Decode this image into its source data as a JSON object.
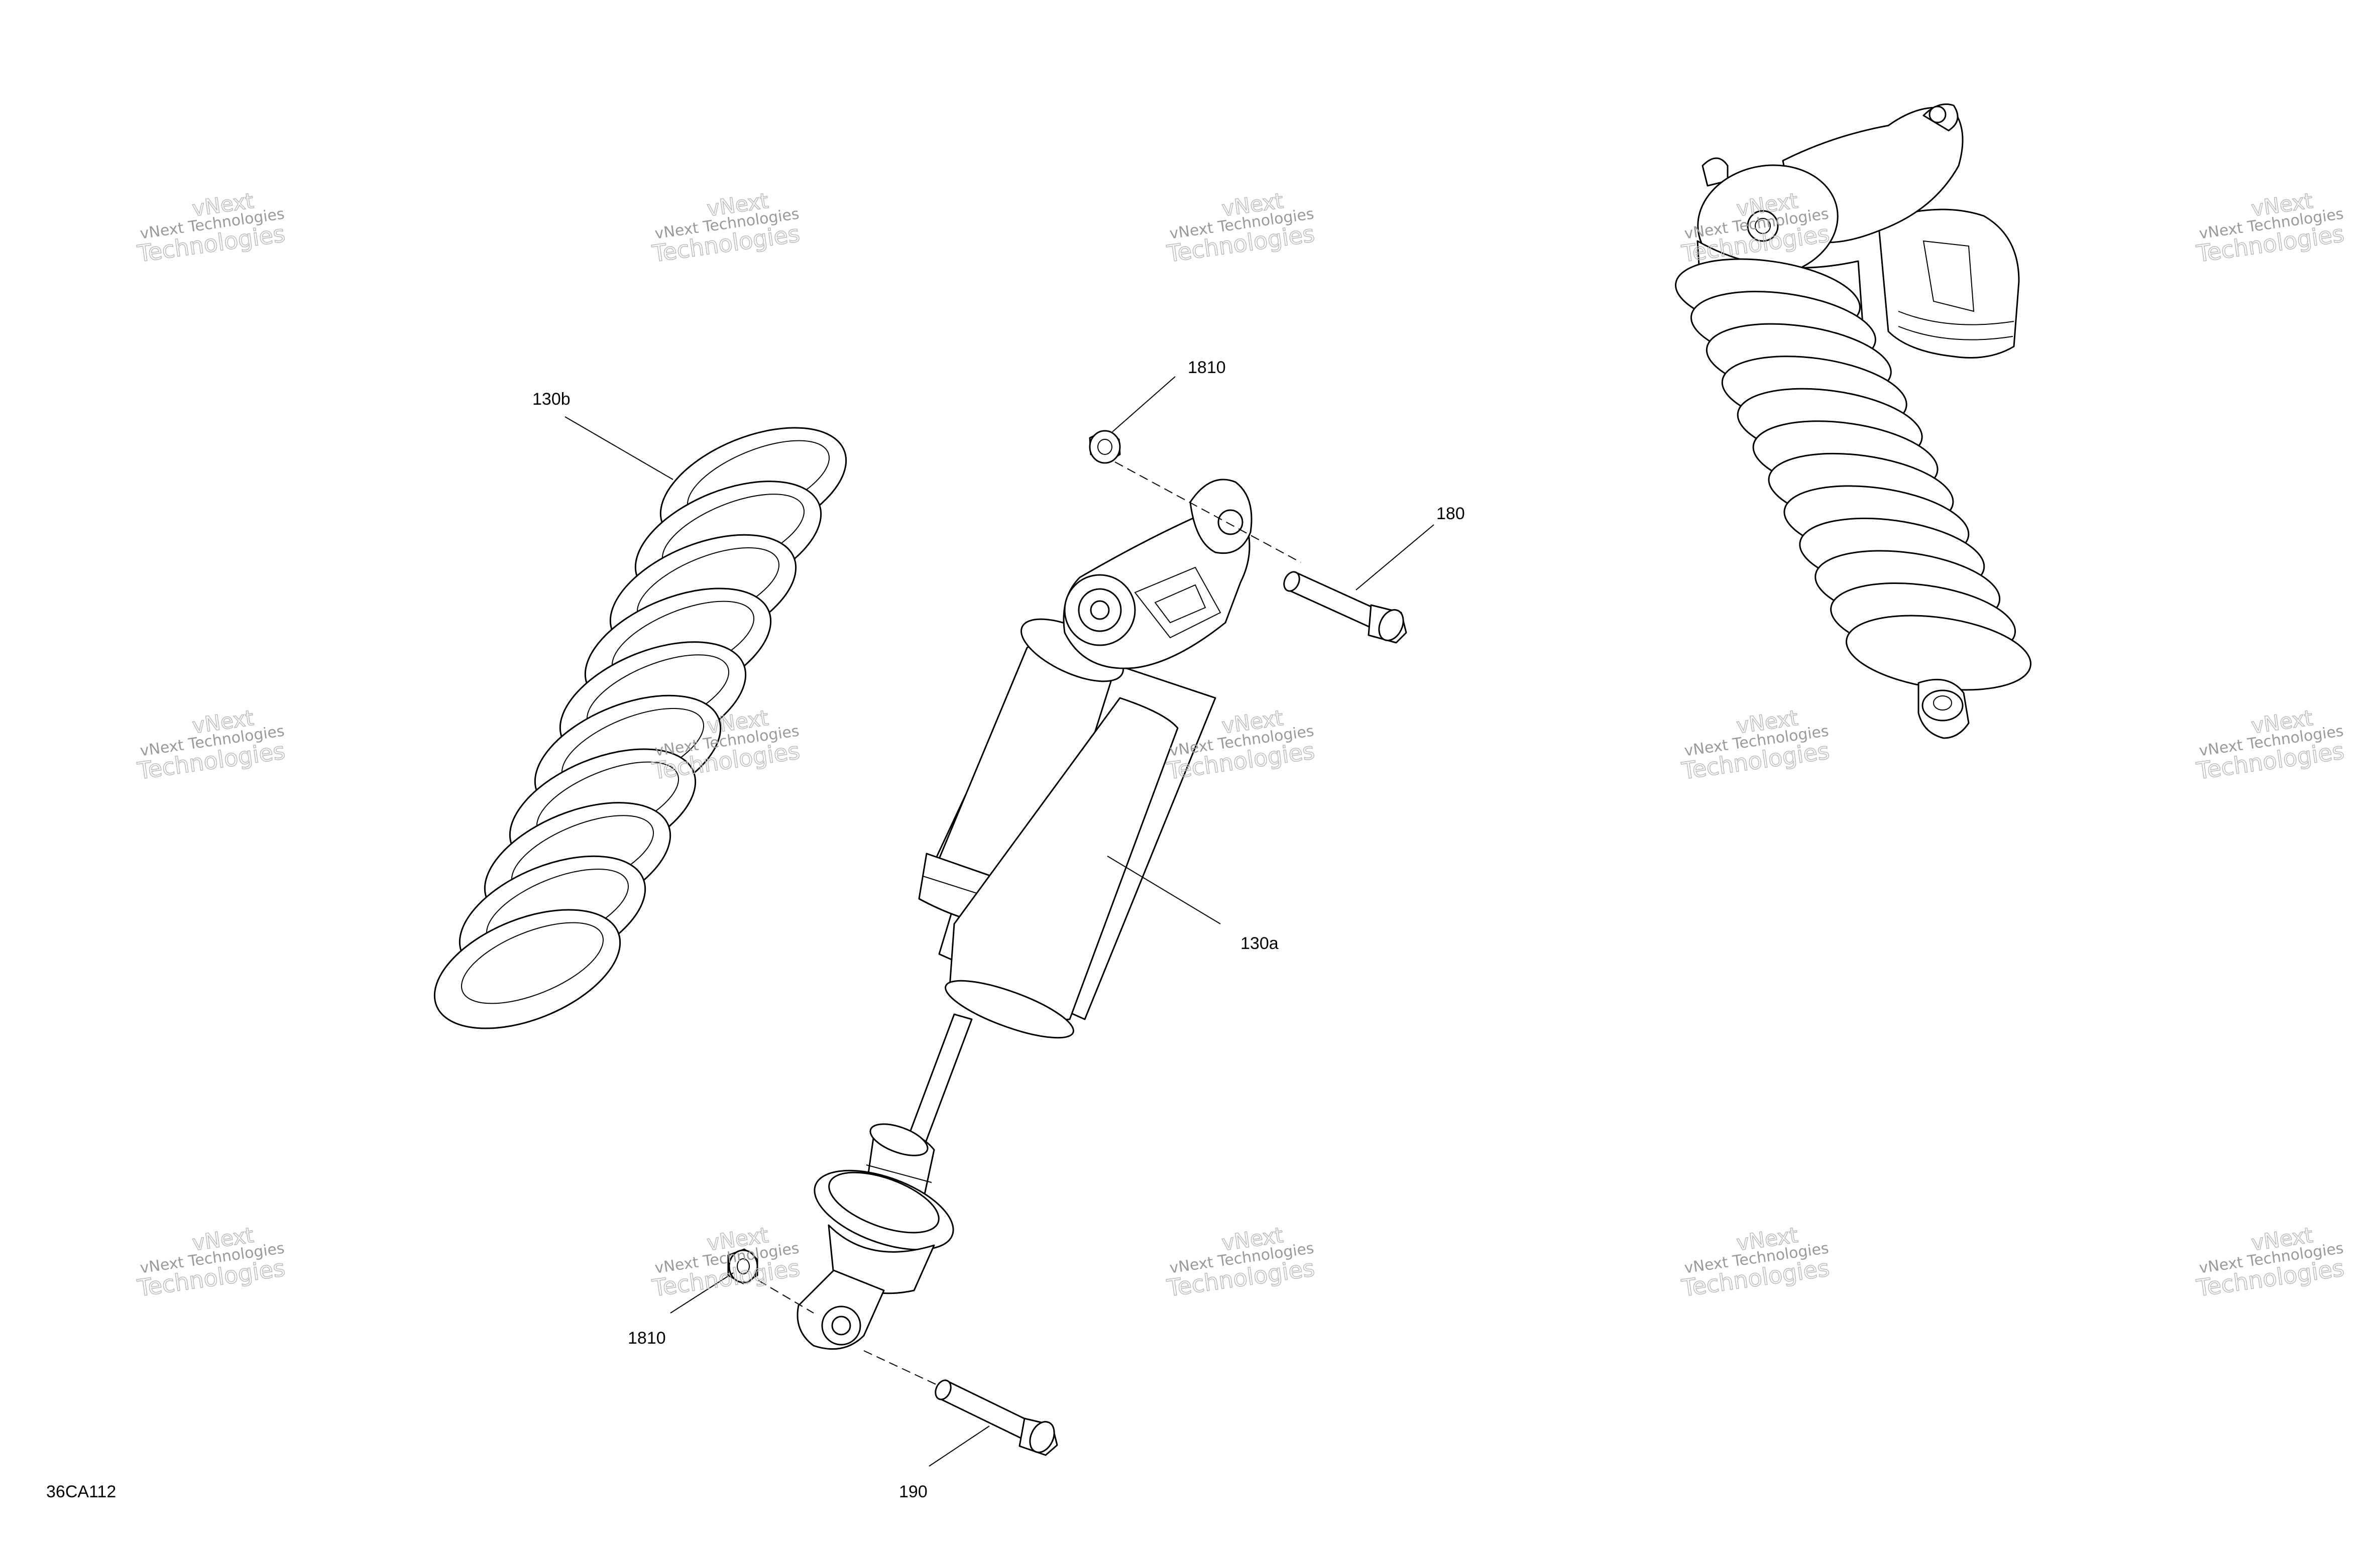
{
  "drawing_code": "36CA112",
  "watermark": {
    "line1": "vNext Technologies",
    "line2": "Technologies",
    "top": "vNext"
  },
  "callouts": {
    "spring": "130b",
    "shock_body": "130a",
    "top_nut": "1810",
    "top_bolt": "180",
    "bottom_nut": "1810",
    "bottom_bolt": "190"
  }
}
